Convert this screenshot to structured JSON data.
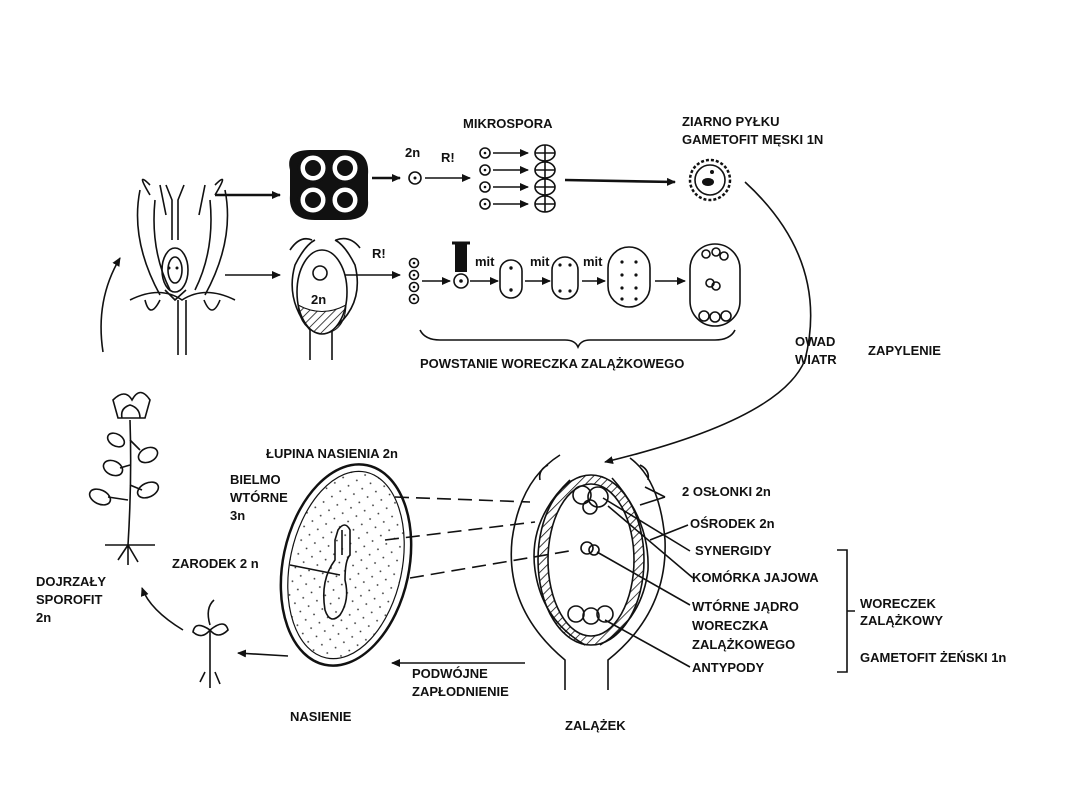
{
  "labels": {
    "mikrospora": "MIKROSPORA",
    "ziarno_line1": "ZIARNO PYŁKU",
    "ziarno_line2": "GAMETOFIT MĘSKI 1N",
    "two_n_top": "2n",
    "r_top": "R!",
    "r_mid": "R!",
    "two_n_ovule": "2n",
    "mit1": "mit",
    "mit2": "mit",
    "mit3": "mit",
    "powstanie": "POWSTANIE WORECZKA ZALĄŻKOWEGO",
    "owad": "OWAD",
    "wiatr": "WIATR",
    "zapylenie": "ZAPYLENIE",
    "lupina": "ŁUPINA NASIENIA 2n",
    "bielmo1": "BIELMO",
    "bielmo2": "WTÓRNE",
    "bielmo3": "3n",
    "zarodek": "ZARODEK 2 n",
    "dojrzaly1": "DOJRZAŁY",
    "dojrzaly2": "SPOROFIT",
    "dojrzaly3": "2n",
    "oslonki": "2 OSŁONKI 2n",
    "osrodek": "OŚRODEK 2n",
    "synergidy": "SYNERGIDY",
    "komorka": "KOMÓRKA JAJOWA",
    "wtorne1": "WTÓRNE JĄDRO",
    "wtorne2": "WORECZKA",
    "wtorne3": "ZALĄŻKOWEGO",
    "antypody": "ANTYPODY",
    "woreczek1": "WORECZEK",
    "woreczek2": "ZALĄŻKOWY",
    "gametofit_zenski": "GAMETOFIT ŻEŃSKI 1n",
    "podwojne1": "PODWÓJNE",
    "podwojne2": "ZAPŁODNIENIE",
    "nasienie": "NASIENIE",
    "zalazek": "ZALĄŻEK"
  }
}
